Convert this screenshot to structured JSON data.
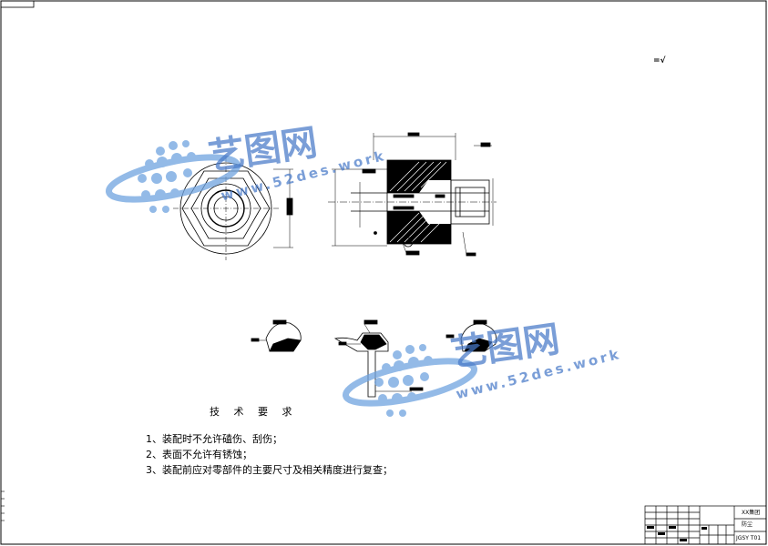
{
  "drawing": {
    "roughness_mark": "=√"
  },
  "technical_requirements": {
    "title": "技 术 要 求",
    "items": [
      "1、装配时不允许磕伤、刮伤；",
      "2、表面不允许有锈蚀；",
      "3、装配前应对零部件的主要尺寸及相关精度进行复查；"
    ]
  },
  "title_block": {
    "company": "XX集团",
    "part_name": "防尘",
    "drawing_no": "JGSY T01"
  },
  "watermark": {
    "brand": "艺图网",
    "url": "www.52des.work",
    "color": "#4a7fcf"
  }
}
